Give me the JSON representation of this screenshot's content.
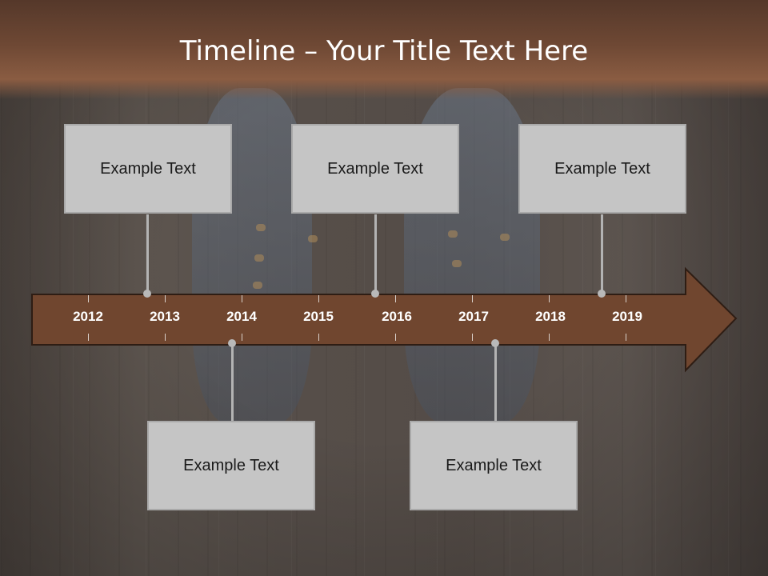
{
  "slide": {
    "title": "Timeline – Your Title Text Here"
  },
  "timeline": {
    "arrow_color": "#70462f",
    "years": [
      "2012",
      "2013",
      "2014",
      "2015",
      "2016",
      "2017",
      "2018",
      "2019"
    ]
  },
  "events": {
    "top": [
      "Example Text",
      "Example Text",
      "Example Text"
    ],
    "bottom": [
      "Example Text",
      "Example Text"
    ]
  }
}
